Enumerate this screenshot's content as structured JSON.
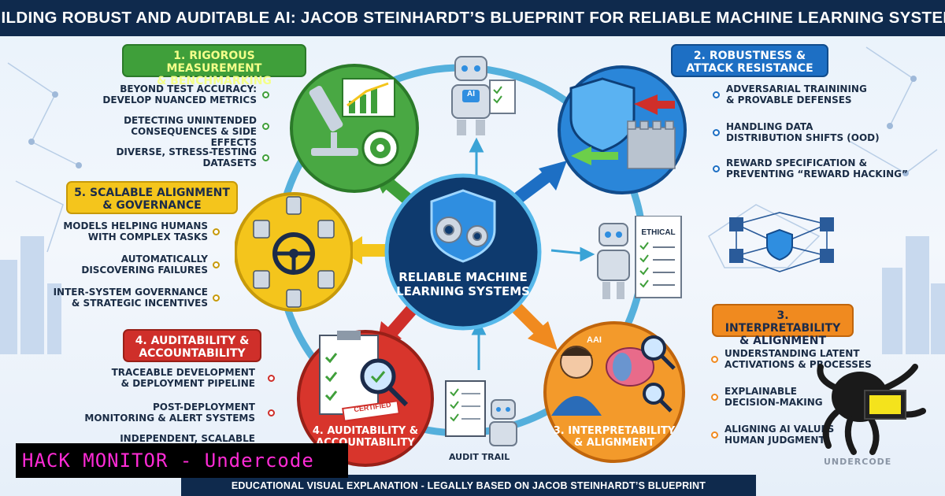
{
  "title": "BUILDING ROBUST AND AUDITABLE AI: JACOB STEINHARDT’S BLUEPRINT FOR RELIABLE MACHINE LEARNING SYSTEMS",
  "center": {
    "label": "RELIABLE MACHINE\nLEARNING SYSTEMS"
  },
  "sections": {
    "measurement": {
      "title": "1. RIGOROUS MEASUREMENT\n& BENCHMARKING",
      "items": [
        "BEYOND TEST ACCURACY:\nDEVELOP NUANCED METRICS",
        "DETECTING UNINTENDED\nCONSEQUENCES & SIDE EFFECTS",
        "DIVERSE, STRESS-TESTING\nDATASETS"
      ]
    },
    "robustness": {
      "title": "2. ROBUSTNESS &\nATTACK RESISTANCE",
      "items": [
        "ADVERSARIAL TRAININING\n& PROVABLE DEFENSES",
        "HANDLING DATA\nDISTRIBUTION SHIFTS (OOD)",
        "REWARD SPECIFICATION &\nPREVENTING “REWARD HACKING”"
      ]
    },
    "interpretability": {
      "title": "3. INTERPRETABILITY\n& ALIGNMENT",
      "circle_label": "3. INTERPRETABILITY\n& ALIGNMENT",
      "items": [
        "UNDERSTANDING LATENT\nACTIVATIONS & PROCESSES",
        "EXPLAINABLE\nDECISION-MAKING",
        "ALIGNING AI VALUES\nHUMAN JUDGMENT"
      ]
    },
    "auditability": {
      "title": "4. AUDITABILITY &\nACCOUNTABILITY",
      "circle_label": "4. AUDITABILITY &\nACCOUNTABILITY",
      "items": [
        "TRACEABLE DEVELOPMENT\n& DEPLOYMENT PIPELINE",
        "POST-DEPLOYMENT\nMONITORING & ALERT SYSTEMS",
        "INDEPENDENT, SCALABLE"
      ]
    },
    "alignment": {
      "title": "5. SCALABLE ALIGNMENT\n& GOVERNANCE",
      "items": [
        "MODELS HELPING HUMANS\nWITH COMPLEX TASKS",
        "AUTOMATICALLY\nDISCOVERING FAILURES",
        "INTER-SYSTEM GOVERNANCE\n& STRATEGIC INCENTIVES"
      ]
    }
  },
  "badges": {
    "ai": "AI",
    "ai_small": "AAI",
    "ethical": "ETHICAL",
    "certified": "CERTIFIED",
    "audit_trail": "AUDIT TRAIL"
  },
  "footer": "EDUCATIONAL VISUAL EXPLANATION - LEGALLY BASED ON JACOB STEINHARDT’S BLUEPRINT",
  "brand": "HACK MONITOR - Undercode",
  "watermark": "UNDERCODE",
  "colors": {
    "navy": "#0f2a4d",
    "green": "#3f9f3a",
    "blue": "#1d6fc4",
    "yellow": "#f4c51c",
    "red": "#cf2f2a",
    "orange": "#f08a1f",
    "brand_magenta": "#ff2bd6"
  }
}
